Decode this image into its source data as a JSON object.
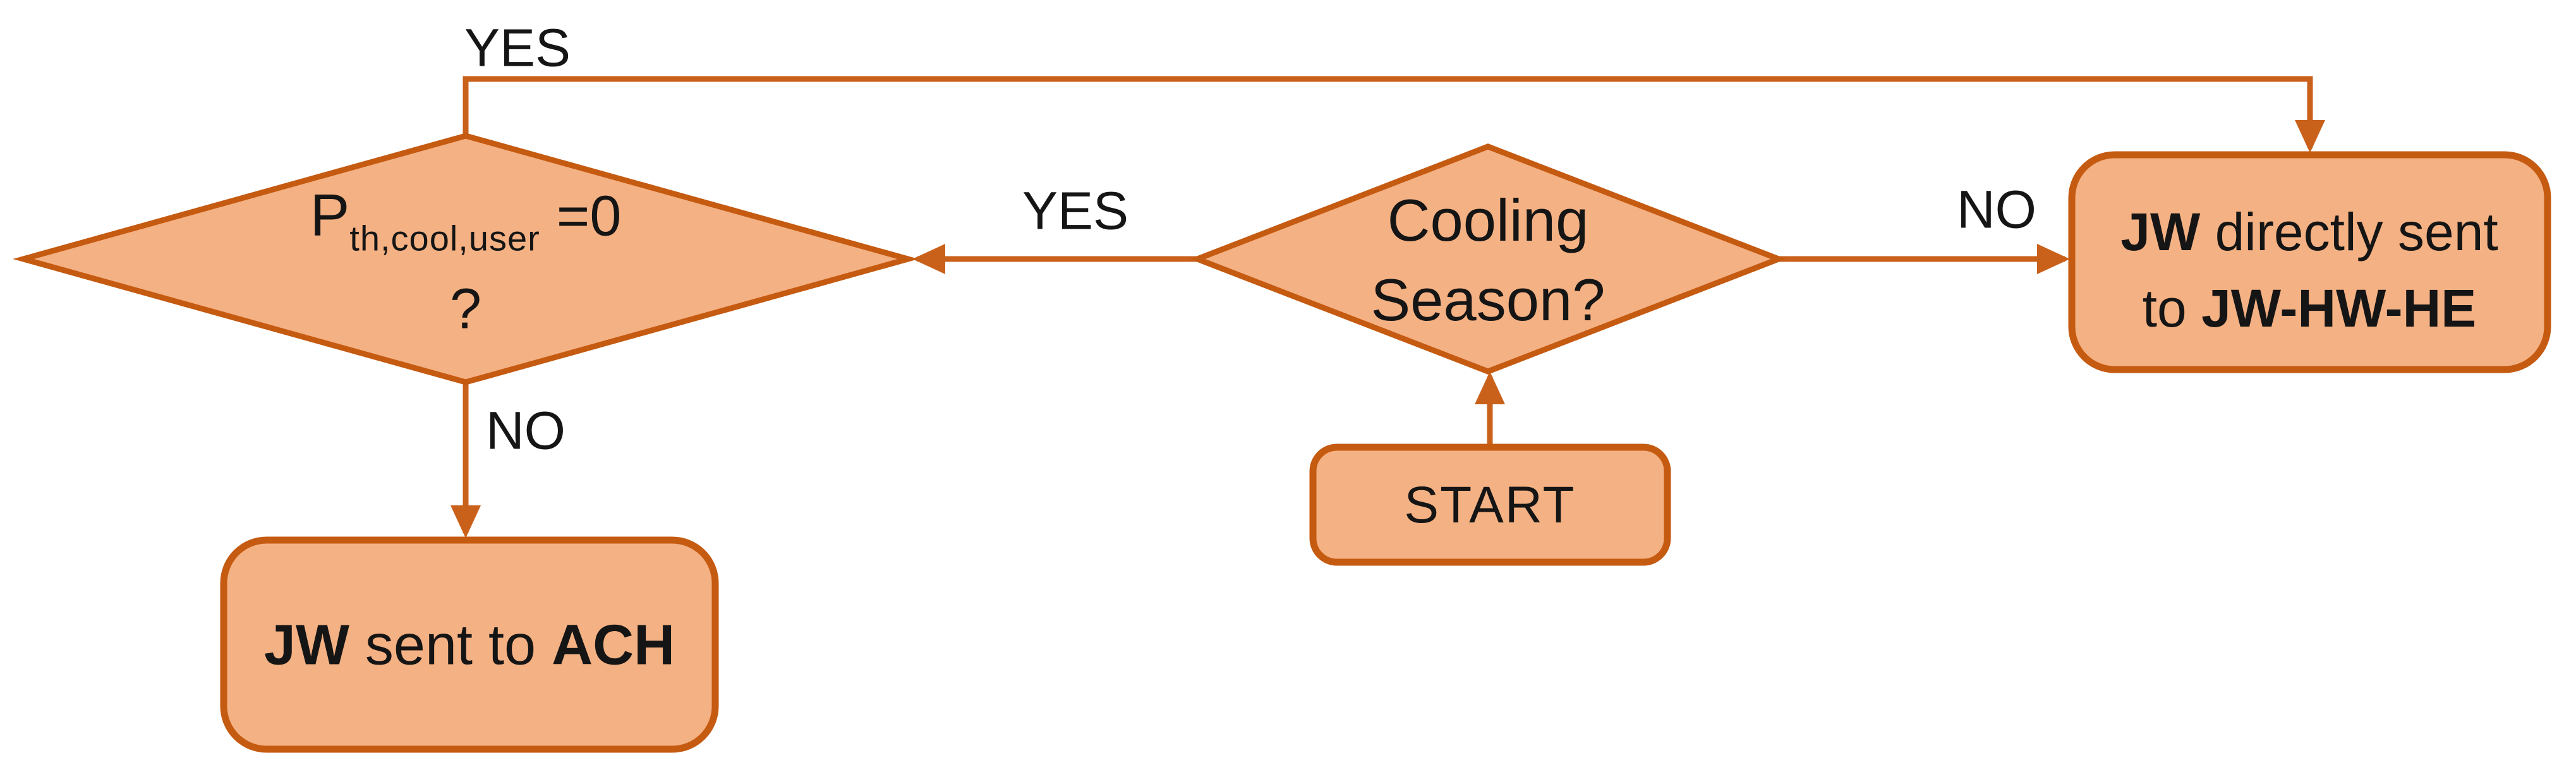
{
  "diagram": {
    "labels": {
      "yes_top": "YES",
      "yes_mid": "YES",
      "no_right": "NO",
      "no_left": "NO"
    },
    "nodes": {
      "pth": {
        "p": "P",
        "sub": "th,cool,user",
        "eq": "=0",
        "q": "?"
      },
      "cooling": {
        "line1": "Cooling",
        "line2": "Season?"
      },
      "start": {
        "label": "START"
      },
      "jw": {
        "l1_bold": "JW",
        "l1_rest": " directly sent",
        "l2_prefix": "to ",
        "l2_bold": "JW-HW-HE"
      },
      "ach": {
        "bold1": "JW",
        "middle": " sent to ",
        "bold2": "ACH"
      }
    },
    "colors": {
      "node_fill": "#F4B183",
      "node_stroke": "#C55A11",
      "connector": "#C9611B",
      "text": "#151515",
      "background": "#FFFFFF"
    }
  }
}
